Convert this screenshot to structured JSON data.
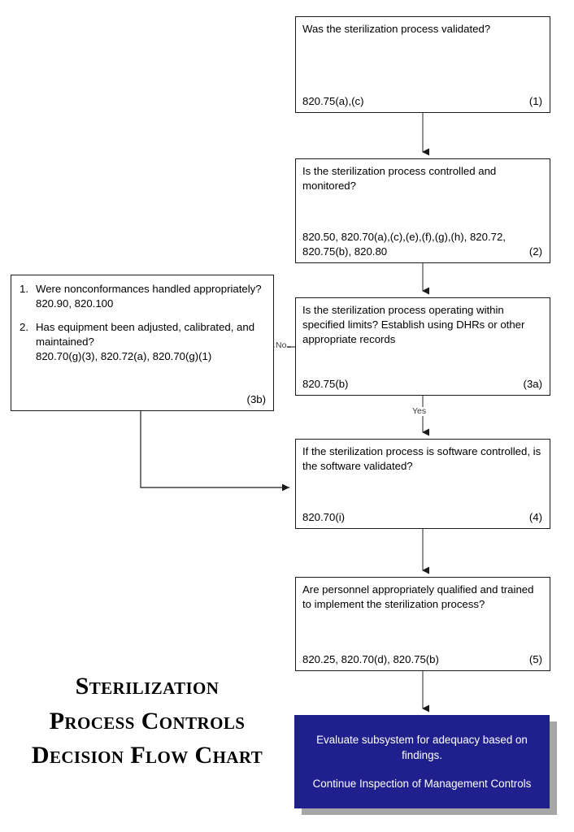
{
  "title": {
    "lines": [
      "Sterilization",
      "Process Controls",
      "Decision Flow Chart"
    ]
  },
  "colors": {
    "terminal_fill": "#201f8e",
    "terminal_text": "#ffffff",
    "terminal_shadow": "#a6a6a6",
    "box_border": "#1a1a1a",
    "box_fill": "#ffffff",
    "page_background": "#ffffff"
  },
  "nodes": [
    {
      "id": "1",
      "tag": "(1)",
      "question": "Was the sterilization process validated?",
      "citations": "820.75(a),(c)"
    },
    {
      "id": "2",
      "tag": "(2)",
      "question": "Is the sterilization process controlled and monitored?",
      "citations": "820.50, 820.70(a),(c),(e),(f),(g),(h), 820.72,\n820.75(b), 820.80"
    },
    {
      "id": "3a",
      "tag": "(3a)",
      "question": "Is the sterilization process operating within specified limits?  Establish using DHRs or other appropriate records",
      "citations": "820.75(b)"
    },
    {
      "id": "3b",
      "tag": "(3b)",
      "items": [
        {
          "number": "1.",
          "question": "Were nonconformances handled appropriately?",
          "citations": "820.90, 820.100"
        },
        {
          "number": "2.",
          "question": "Has equipment been adjusted, calibrated, and maintained?",
          "citations": "820.70(g)(3), 820.72(a), 820.70(g)(1)"
        }
      ]
    },
    {
      "id": "4",
      "tag": "(4)",
      "question": "If the sterilization process is software controlled, is the software validated?",
      "citations": "820.70(i)"
    },
    {
      "id": "5",
      "tag": "(5)",
      "question": "Are personnel appropriately qualified and trained to implement the sterilization process?",
      "citations": "820.25, 820.70(d), 820.75(b)"
    }
  ],
  "terminal": {
    "line1": "Evaluate subsystem for adequacy based on findings.",
    "line2": "Continue Inspection of Management Controls"
  },
  "edges": [
    {
      "from": "1",
      "to": "2",
      "label": ""
    },
    {
      "from": "2",
      "to": "3a",
      "label": ""
    },
    {
      "from": "3a",
      "to": "3b",
      "label": "No"
    },
    {
      "from": "3a",
      "to": "4",
      "label": "Yes"
    },
    {
      "from": "3b",
      "to": "4",
      "label": ""
    },
    {
      "from": "4",
      "to": "5",
      "label": ""
    },
    {
      "from": "5",
      "to": "terminal",
      "label": ""
    }
  ],
  "edge_labels": {
    "no": "No",
    "yes": "Yes"
  }
}
